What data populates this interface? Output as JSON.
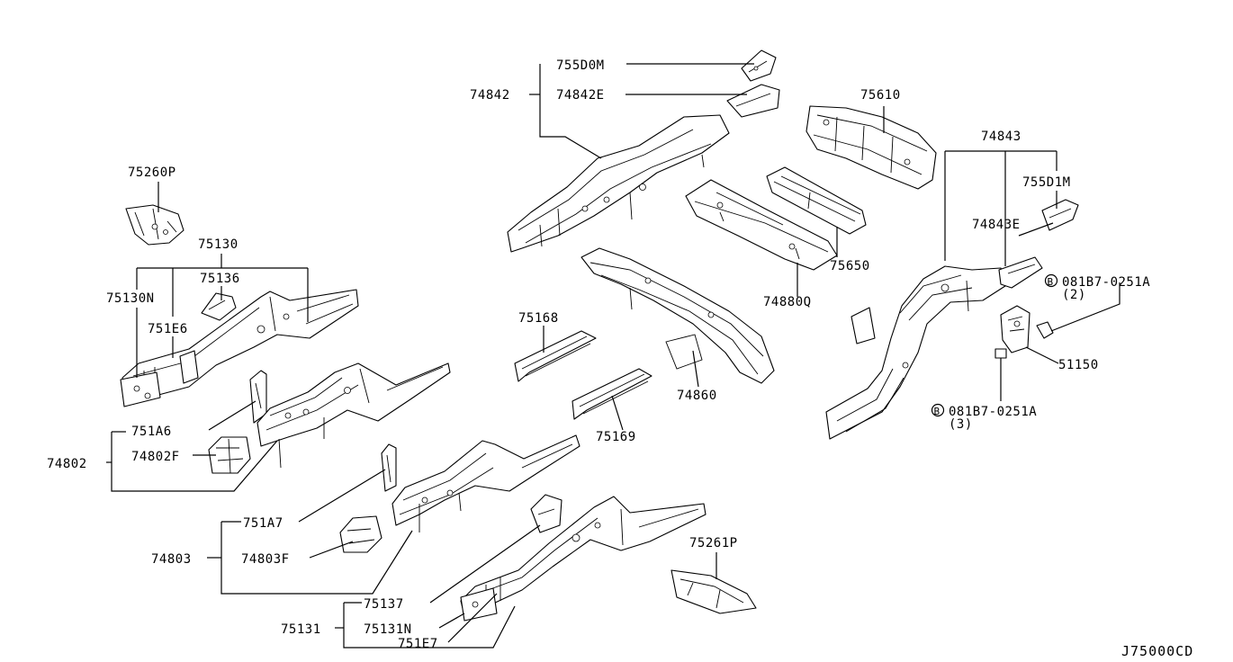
{
  "diagram_code": "J75000CD",
  "labels": {
    "p755D0M": "755D0M",
    "p74842": "74842",
    "p74842E": "74842E",
    "p75610": "75610",
    "p74843": "74843",
    "p755D1M": "755D1M",
    "p74843E": "74843E",
    "p75260P": "75260P",
    "p75130": "75130",
    "p75136": "75136",
    "p75130N": "75130N",
    "p751E6": "751E6",
    "p75650": "75650",
    "p74880Q": "74880Q",
    "p081B7_0251A_a": "081B7-0251A",
    "p081B7_0251A_a_qty": "(2)",
    "p51150": "51150",
    "p081B7_0251A_b": "081B7-0251A",
    "p081B7_0251A_b_qty": "(3)",
    "p75168": "75168",
    "p74860": "74860",
    "p75169": "75169",
    "p751A6": "751A6",
    "p74802": "74802",
    "p74802F": "74802F",
    "p751A7": "751A7",
    "p74803": "74803",
    "p74803F": "74803F",
    "p75261P": "75261P",
    "p75137": "75137",
    "p75131": "75131",
    "p75131N": "75131N",
    "p751E7": "751E7",
    "bolt_symbol": "B"
  }
}
